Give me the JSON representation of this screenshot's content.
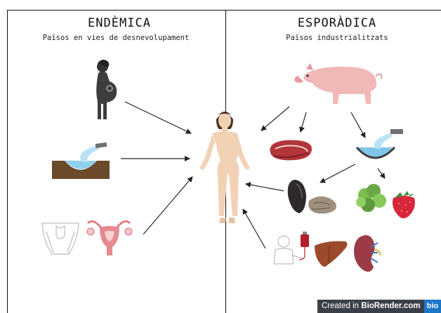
{
  "left": {
    "title": "ENDÈMICA",
    "subtitle": "Països en vies de desnevolupament"
  },
  "right": {
    "title": "ESPORÀDICA",
    "subtitle": "Països industrialitzats"
  },
  "footer": {
    "credit_prefix": "Created in ",
    "credit_brand": "BioRender.com",
    "logo_text": "bio"
  },
  "icons": [
    "pregnant-woman-icon",
    "water-pipe-icon",
    "male-pelvis-icon",
    "uterus-icon",
    "woman-body-icon",
    "pig-icon",
    "steak-icon",
    "water-pipe-icon",
    "mussel-icon",
    "oyster-icon",
    "lettuce-icon",
    "strawberry-icon",
    "transfusion-patient-icon",
    "blood-bag-icon",
    "liver-icon",
    "kidney-icon"
  ],
  "colors": {
    "skin": "#f1d2b5",
    "pig": "#f1b8b8",
    "water": "#7fc6e8",
    "soil": "#6b4a2b",
    "uterus": "#e07f86",
    "meat": "#b3343b",
    "lettuce": "#6aa846",
    "strawberry": "#d7263d",
    "liver": "#9b4a2b",
    "kidney": "#9c3a45"
  }
}
